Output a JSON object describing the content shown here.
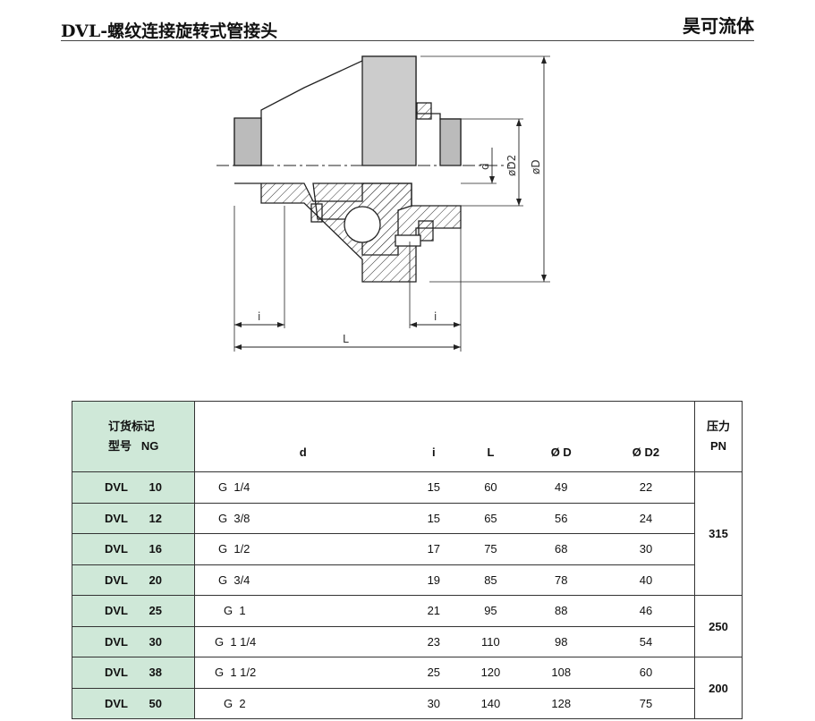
{
  "header": {
    "title": "DVL-螺纹连接旋转式管接头",
    "brand": "昊可流体"
  },
  "drawing": {
    "labels": {
      "d": "d",
      "D2": "øD2",
      "D": "øD",
      "i_left": "i",
      "i_right": "i",
      "L": "L"
    }
  },
  "table": {
    "header": {
      "order_mark": "订货标记",
      "model_ng": "型号   NG",
      "d": "d",
      "i": "i",
      "L": "L",
      "D": "Ø D",
      "D2": "Ø D2",
      "pressure": "压力",
      "pn": "PN"
    },
    "rows": [
      {
        "model": "DVL",
        "ng": "10",
        "d": "G  1/4",
        "i": "15",
        "L": "60",
        "D": "49",
        "D2": "22"
      },
      {
        "model": "DVL",
        "ng": "12",
        "d": "G  3/8",
        "i": "15",
        "L": "65",
        "D": "56",
        "D2": "24"
      },
      {
        "model": "DVL",
        "ng": "16",
        "d": "G  1/2",
        "i": "17",
        "L": "75",
        "D": "68",
        "D2": "30"
      },
      {
        "model": "DVL",
        "ng": "20",
        "d": "G  3/4",
        "i": "19",
        "L": "85",
        "D": "78",
        "D2": "40"
      },
      {
        "model": "DVL",
        "ng": "25",
        "d": "G  1",
        "i": "21",
        "L": "95",
        "D": "88",
        "D2": "46"
      },
      {
        "model": "DVL",
        "ng": "30",
        "d": "G  1 1/4",
        "i": "23",
        "L": "110",
        "D": "98",
        "D2": "54"
      },
      {
        "model": "DVL",
        "ng": "38",
        "d": "G  1 1/2",
        "i": "25",
        "L": "120",
        "D": "108",
        "D2": "60"
      },
      {
        "model": "DVL",
        "ng": "50",
        "d": "G  2",
        "i": "30",
        "L": "140",
        "D": "128",
        "D2": "75"
      }
    ],
    "pressure_groups": [
      "315",
      "250",
      "200"
    ]
  }
}
